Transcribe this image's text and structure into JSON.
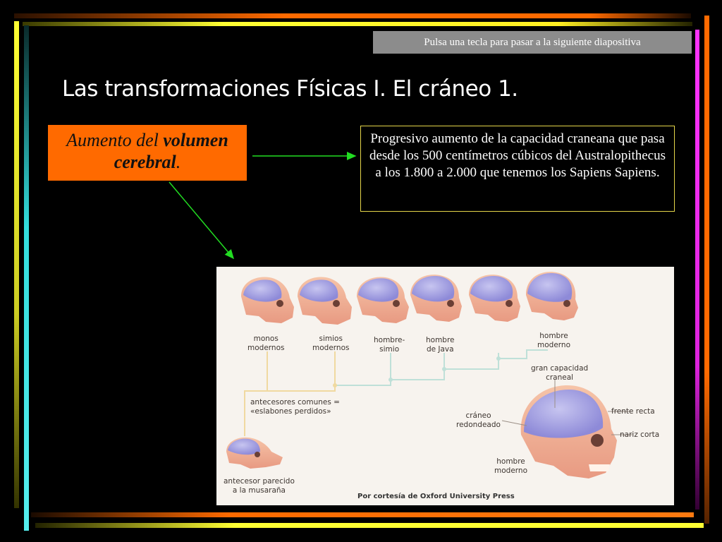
{
  "hint": "Pulsa una tecla para pasar a la siguiente diapositiva",
  "title": "Las transformaciones Físicas I. El cráneo 1.",
  "box": {
    "line1_italic": "Aumento del ",
    "line1_bold": "volumen",
    "line2_bold": "cerebral",
    "line2_end": "."
  },
  "description": "Progresivo aumento de la capacidad craneana que pasa desde los 500 centímetros cúbicos del Australopithecus  a los 1.800 a 2.000 que tenemos los Sapiens Sapiens.",
  "figure": {
    "labels": {
      "monos": "monos\nmodernos",
      "simios": "simios\nmodernos",
      "hombre_simio": "hombre-\nsimio",
      "hombre_java": "hombre\nde Java",
      "hombre_moderno_top": "hombre\nmoderno",
      "gran_capacidad": "gran capacidad\ncraneal",
      "antecesores": "antecesores comunes =\n«eslabones perdidos»",
      "frente": "frente recta",
      "craneo_redondeado": "cráneo\nredondeado",
      "nariz": "nariz corta",
      "hombre_moderno_bottom": "hombre\nmoderno",
      "antecesor": "antecesor parecido\na la musaraña"
    },
    "credit": "Por cortesía de Oxford University Press"
  },
  "colors": {
    "orange": "#ff6a00",
    "arrow": "#22dd22",
    "border_yellow": "#e5d64a"
  }
}
